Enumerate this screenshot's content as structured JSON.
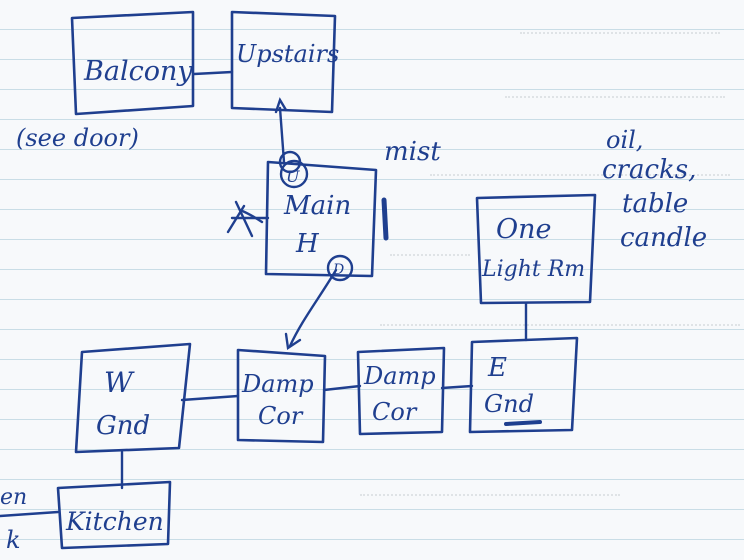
{
  "rooms": {
    "balcony": "Balcony",
    "upstairs": "Upstairs",
    "main_hall_1": "Main",
    "main_hall_2": "H",
    "one_light_rm_1": "One",
    "one_light_rm_2": "Light Rm",
    "w_gnd_1": "W",
    "w_gnd_2": "Gnd",
    "damp_cor_a_1": "Damp",
    "damp_cor_a_2": "Cor",
    "damp_cor_b_1": "Damp",
    "damp_cor_b_2": "Cor",
    "e_gnd_1": "E",
    "e_gnd_2": "Gnd",
    "kitchen": "Kitchen"
  },
  "notes": {
    "see_door": "(see door)",
    "mist": "mist",
    "items_1": "oil,",
    "items_2": "cracks,",
    "items_3": "table",
    "items_4": "candle",
    "edge_1": "en",
    "edge_2": "k"
  },
  "marks": {
    "up_marker": "U",
    "down_marker": "D"
  },
  "colors": {
    "ink": "#1f3f8f",
    "paper": "#f7f9fb",
    "rule_line": "#c9dde6",
    "bleed_through": "#d5dadd"
  }
}
